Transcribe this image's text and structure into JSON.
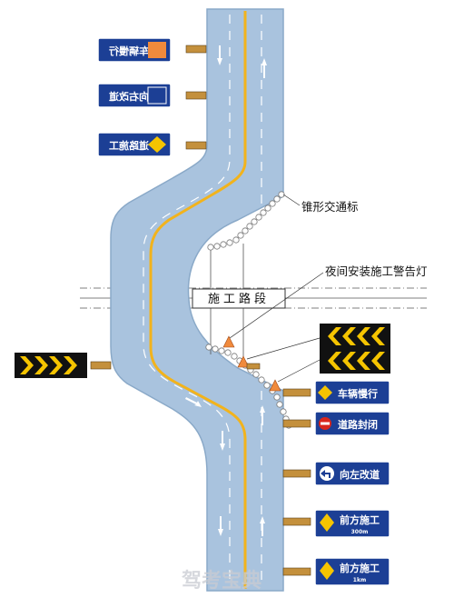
{
  "annotations": {
    "cones": "锥形交通标",
    "night_lights": "夜间安装施工警告灯",
    "work_zone": "施工路段"
  },
  "signs_right": [
    {
      "id": "slow",
      "text": "车辆慢行",
      "sub": "",
      "icon": "slow-icon"
    },
    {
      "id": "closed",
      "text": "道路封闭",
      "sub": "",
      "icon": "road-closed-icon"
    },
    {
      "id": "detour",
      "text": "向左改道",
      "sub": "",
      "icon": "detour-left-icon"
    },
    {
      "id": "ahead300",
      "text": "前方施工",
      "sub": "300m",
      "icon": "worker-icon"
    },
    {
      "id": "ahead1k",
      "text": "前方施工",
      "sub": "1km",
      "icon": "worker-icon"
    }
  ],
  "signs_left": [
    {
      "id": "slow-mirror",
      "text": "车辆慢行",
      "icon": "slow-icon"
    },
    {
      "id": "detour-mirror",
      "text": "向右改道",
      "icon": "detour-right-icon"
    },
    {
      "id": "works-mirror",
      "text": "道路施工",
      "icon": "worker-icon"
    }
  ],
  "watermark": "驾考宝典",
  "colors": {
    "road": "#a9c3de",
    "road_edge": "#8aa9c8",
    "center_line": "#f2b31c",
    "sign_blue": "#1c3f95",
    "chevron_bg": "#111111",
    "chevron_fg": "#f5c400"
  }
}
